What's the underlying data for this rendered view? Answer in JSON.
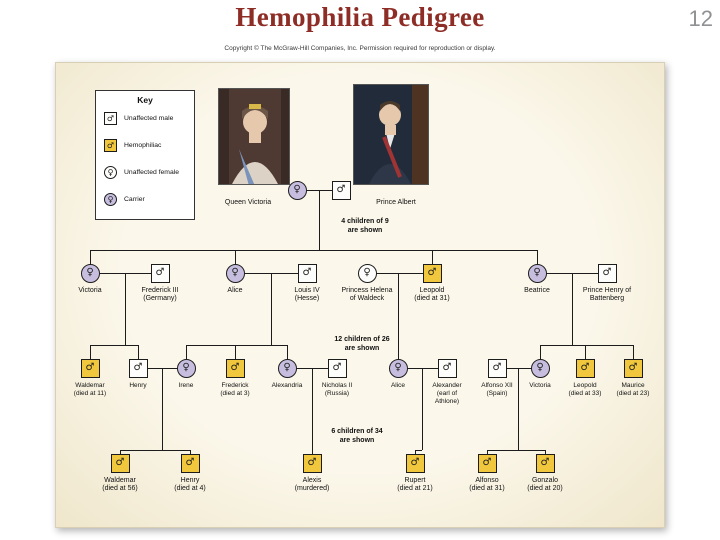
{
  "slide": {
    "title": "Hemophilia Pedigree",
    "page_number": "12",
    "copyright": "Copyright © The McGraw-Hill Companies, Inc. Permission required for reproduction or display."
  },
  "colors": {
    "carrier": "#c7bedf",
    "hemophiliac": "#f1c73d",
    "unaffected": "#fdfdfb",
    "title": "#8e2c26"
  },
  "key": {
    "title": "Key",
    "items": [
      {
        "label": "Unaffected male",
        "sex": "m",
        "status": "unaffected"
      },
      {
        "label": "Hemophiliac",
        "sex": "m",
        "status": "hemophiliac"
      },
      {
        "label": "Unaffected female",
        "sex": "f",
        "status": "unaffected"
      },
      {
        "label": "Carrier",
        "sex": "f",
        "status": "carrier"
      }
    ]
  },
  "portraits": [
    {
      "caption": "Queen Victoria"
    },
    {
      "caption": "Prince Albert"
    }
  ],
  "notes": {
    "gen2": "4 children of 9\nare shown",
    "gen3": "12 children of 26\nare shown",
    "gen4": "6 children of 34\nare shown"
  },
  "generations": [
    {
      "members": [
        {
          "name": "Queen Victoria",
          "sex": "f",
          "status": "carrier"
        },
        {
          "name": "Prince Albert",
          "sex": "m",
          "status": "unaffected"
        }
      ]
    },
    {
      "members": [
        {
          "name": "Victoria",
          "sex": "f",
          "status": "carrier"
        },
        {
          "name": "Frederick III",
          "sub": "(Germany)",
          "sex": "m",
          "status": "unaffected"
        },
        {
          "name": "Alice",
          "sex": "f",
          "status": "carrier"
        },
        {
          "name": "Louis IV",
          "sub": "(Hesse)",
          "sex": "m",
          "status": "unaffected"
        },
        {
          "name": "Princess Helena of Waldeck",
          "sex": "f",
          "status": "unaffected"
        },
        {
          "name": "Leopold",
          "sub": "(died at 31)",
          "sex": "m",
          "status": "hemophiliac"
        },
        {
          "name": "Beatrice",
          "sex": "f",
          "status": "carrier"
        },
        {
          "name": "Prince Henry of Battenberg",
          "sex": "m",
          "status": "unaffected"
        }
      ]
    },
    {
      "members": [
        {
          "name": "Waldemar",
          "sub": "(died at 11)",
          "sex": "m",
          "status": "hemophiliac"
        },
        {
          "name": "Henry",
          "sex": "m",
          "status": "unaffected"
        },
        {
          "name": "Irene",
          "sex": "f",
          "status": "carrier"
        },
        {
          "name": "Frederick",
          "sub": "(died at 3)",
          "sex": "m",
          "status": "hemophiliac"
        },
        {
          "name": "Alexandria",
          "sex": "f",
          "status": "carrier"
        },
        {
          "name": "Nicholas II",
          "sub": "(Russia)",
          "sex": "m",
          "status": "unaffected"
        },
        {
          "name": "Alice",
          "sex": "f",
          "status": "carrier"
        },
        {
          "name": "Alexander",
          "sub": "(earl of Athlone)",
          "sex": "m",
          "status": "unaffected"
        },
        {
          "name": "Alfonso XII",
          "sub": "(Spain)",
          "sex": "m",
          "status": "unaffected"
        },
        {
          "name": "Victoria",
          "sex": "f",
          "status": "carrier"
        },
        {
          "name": "Leopold",
          "sub": "(died at 33)",
          "sex": "m",
          "status": "hemophiliac"
        },
        {
          "name": "Maurice",
          "sub": "(died at 23)",
          "sex": "m",
          "status": "hemophiliac"
        }
      ]
    },
    {
      "members": [
        {
          "name": "Waldemar",
          "sub": "(died at 56)",
          "sex": "m",
          "status": "hemophiliac"
        },
        {
          "name": "Henry",
          "sub": "(died at 4)",
          "sex": "m",
          "status": "hemophiliac"
        },
        {
          "name": "Alexis",
          "sub": "(murdered)",
          "sex": "m",
          "status": "hemophiliac"
        },
        {
          "name": "Rupert",
          "sub": "(died at 21)",
          "sex": "m",
          "status": "hemophiliac"
        },
        {
          "name": "Alfonso",
          "sub": "(died at 31)",
          "sex": "m",
          "status": "hemophiliac"
        },
        {
          "name": "Gonzalo",
          "sub": "(died at 20)",
          "sex": "m",
          "status": "hemophiliac"
        }
      ]
    }
  ]
}
